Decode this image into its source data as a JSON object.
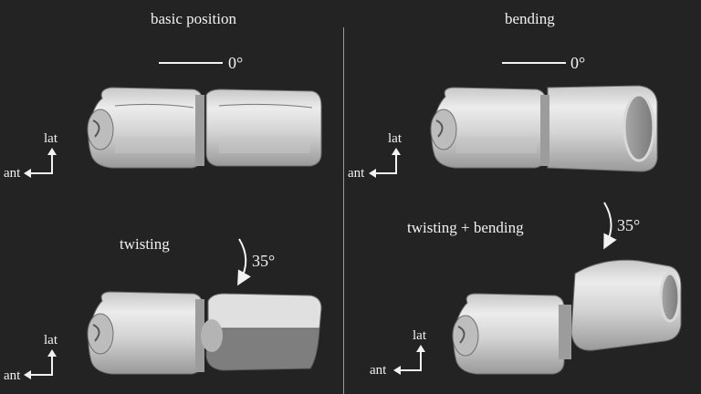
{
  "panels": {
    "basic": {
      "title": "basic position",
      "angle": "0°",
      "axis": {
        "lat": "lat",
        "ant": "ant"
      }
    },
    "bending": {
      "title": "bending",
      "angle": "0°",
      "axis": {
        "lat": "lat",
        "ant": "ant"
      }
    },
    "twisting": {
      "title": "twisting",
      "angle": "35°",
      "axis": {
        "lat": "lat",
        "ant": "ant"
      }
    },
    "twist_bend": {
      "title": "twisting + bending",
      "angle": "35°",
      "axis": {
        "lat": "lat",
        "ant": "ant"
      }
    }
  },
  "colors": {
    "background": "#232323",
    "segment_light": "#d9d9d9",
    "segment_shade": "#8c8c8c",
    "text": "#f2f2f2"
  }
}
